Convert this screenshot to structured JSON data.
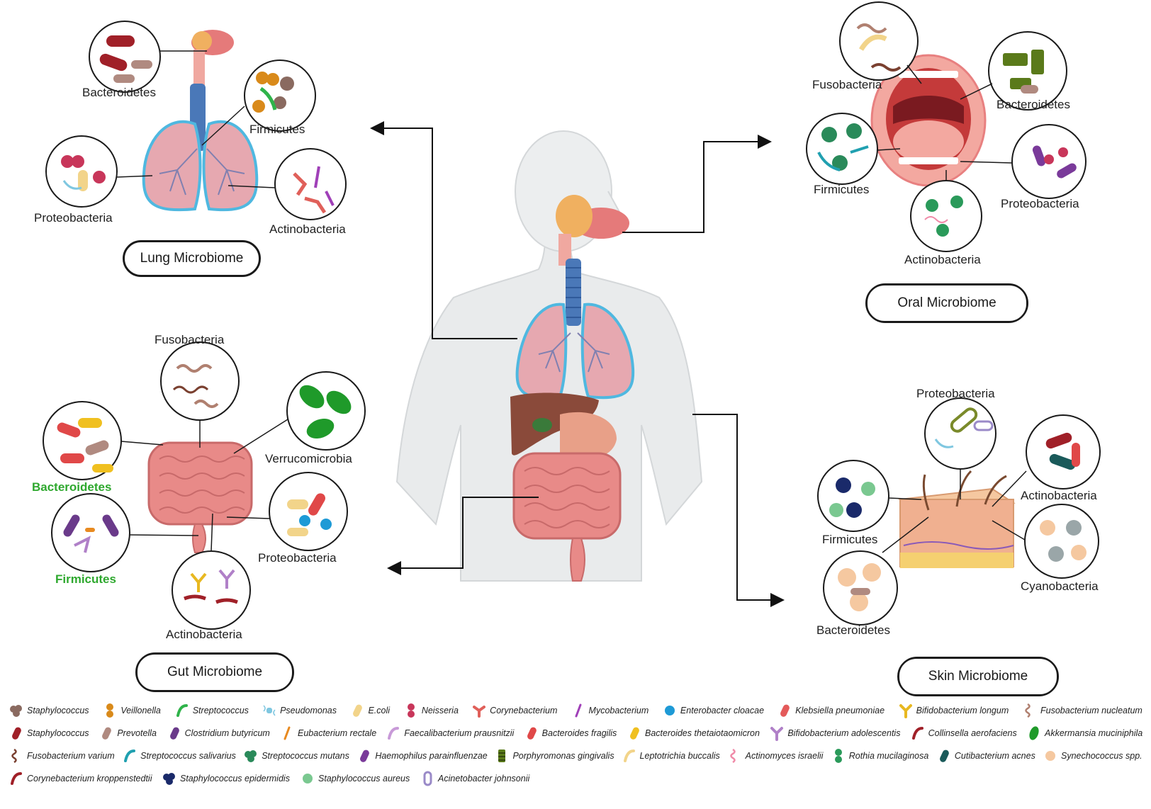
{
  "microbiomes": {
    "lung": {
      "title": "Lung Microbiome",
      "labels": [
        "Bacteroidetes",
        "Firmicutes",
        "Proteobacteria",
        "Actinobacteria"
      ]
    },
    "oral": {
      "title": "Oral Microbiome",
      "labels": [
        "Fusobacteria",
        "Bacteroidetes",
        "Firmicutes",
        "Proteobacteria",
        "Actinobacteria"
      ]
    },
    "gut": {
      "title": "Gut Microbiome",
      "labels": [
        "Fusobacteria",
        "Verrucomicrobia",
        "Bacteroidetes",
        "Firmicutes",
        "Proteobacteria",
        "Actinobacteria"
      ]
    },
    "skin": {
      "title": "Skin Microbiome",
      "labels": [
        "Proteobacteria",
        "Actinobacteria",
        "Firmicutes",
        "Cyanobacteria",
        "Bacteroidetes"
      ]
    }
  },
  "legend": [
    [
      {
        "name": "Staphylococcus",
        "color": "#8a6a60",
        "icon": "cluster-icon"
      },
      {
        "name": "Veillonella",
        "color": "#d98a1a",
        "icon": "diplococcus-icon"
      },
      {
        "name": "Streptococcus",
        "color": "#2fb34a",
        "icon": "rod-curved-icon"
      },
      {
        "name": "Pseudomonas",
        "color": "#7fc7e0",
        "icon": "flagella-icon"
      },
      {
        "name": "E.coli",
        "color": "#f2d48a",
        "icon": "rod-icon"
      },
      {
        "name": "Neisseria",
        "color": "#c8365a",
        "icon": "diplococcus-icon"
      },
      {
        "name": "Corynebacterium",
        "color": "#e0605a",
        "icon": "branch-icon"
      },
      {
        "name": "Mycobacterium",
        "color": "#a040b8",
        "icon": "thin-rod-icon"
      },
      {
        "name": "Enterobacter cloacae",
        "color": "#1e9ad6",
        "icon": "coccus-icon"
      },
      {
        "name": "Klebsiella pneumoniae",
        "color": "#e45a5a",
        "icon": "rod-icon"
      },
      {
        "name": "Bifidobacterium longum",
        "color": "#e8b820",
        "icon": "y-icon"
      },
      {
        "name": "Fusobacterium nucleatum",
        "color": "#b08070",
        "icon": "spiral-icon"
      }
    ],
    [
      {
        "name": "Staphylococcus",
        "color": "#a02028",
        "icon": "rod-icon"
      },
      {
        "name": "Prevotella",
        "color": "#b08a80",
        "icon": "rod-icon"
      },
      {
        "name": "Clostridium butyricum",
        "color": "#6a3a8a",
        "icon": "rod-icon"
      },
      {
        "name": "Eubacterium rectale",
        "color": "#e88a20",
        "icon": "thin-rod-icon"
      },
      {
        "name": "Faecalibacterium prausnitzii",
        "color": "#c89ad8",
        "icon": "rod-curved-icon"
      },
      {
        "name": "Bacteroides fragilis",
        "color": "#e04848",
        "icon": "rod-icon"
      },
      {
        "name": "Bacteroides thetaiotaomicron",
        "color": "#f0c020",
        "icon": "rod-icon"
      },
      {
        "name": "Bifidobacterium adolescentis",
        "color": "#b080c8",
        "icon": "y-icon"
      },
      {
        "name": "Collinsella aerofaciens",
        "color": "#a02028",
        "icon": "rod-curved-icon"
      },
      {
        "name": "Akkermansia muciniphila",
        "color": "#1f9a2a",
        "icon": "oval-icon"
      }
    ],
    [
      {
        "name": "Fusobacterium varium",
        "color": "#7a4030",
        "icon": "spiral-icon"
      },
      {
        "name": "Streptococcus salivarius",
        "color": "#20a0b0",
        "icon": "rod-curved-icon"
      },
      {
        "name": "Streptococcus mutans",
        "color": "#2a8a5a",
        "icon": "cluster-icon"
      },
      {
        "name": "Haemophilus parainfluenzae",
        "color": "#7a3a9a",
        "icon": "rod-icon"
      },
      {
        "name": "Porphyromonas gingivalis",
        "color": "#5a7a1a",
        "icon": "striped-rod-icon"
      },
      {
        "name": "Leptotrichia buccalis",
        "color": "#f2d48a",
        "icon": "rod-curved-icon"
      },
      {
        "name": "Actinomyces israelii",
        "color": "#f08aa8",
        "icon": "spiral-icon"
      },
      {
        "name": "Rothia mucilaginosa",
        "color": "#2a9a5a",
        "icon": "diplococcus-icon"
      },
      {
        "name": "Cutibacterium acnes",
        "color": "#1a5a5a",
        "icon": "rod-icon"
      },
      {
        "name": "Synechococcus spp.",
        "color": "#f5c8a0",
        "icon": "coccus-icon"
      }
    ],
    [
      {
        "name": "Corynebacterium kroppenstedtii",
        "color": "#a02028",
        "icon": "rod-curved-icon"
      },
      {
        "name": "Staphylococcus epidermidis",
        "color": "#1a2a6a",
        "icon": "cluster-icon"
      },
      {
        "name": "Staphylococcus aureus",
        "color": "#7ac890",
        "icon": "coccus-icon"
      },
      {
        "name": "Acinetobacter johnsonii",
        "color": "#9a8ac8",
        "icon": "ring-rod-icon"
      }
    ]
  ]
}
